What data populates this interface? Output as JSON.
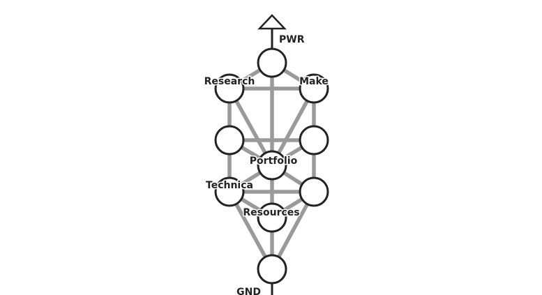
{
  "diagram": {
    "labels": {
      "pwr": "PWR",
      "gnd": "GND",
      "research": "Research",
      "make": "Make",
      "portfolio": "Portfolio",
      "technica": "Technica",
      "resources": "Resources"
    },
    "colors": {
      "edge": "#9a9a9a",
      "node_stroke": "#222222",
      "node_fill": "#ffffff",
      "text": "#222222"
    },
    "nodes": [
      "top",
      "research",
      "make",
      "mid-left",
      "mid-right",
      "portfolio",
      "technica",
      "lower-right",
      "resources",
      "bottom"
    ],
    "edges": [
      [
        "top",
        "research"
      ],
      [
        "top",
        "make"
      ],
      [
        "top",
        "portfolio"
      ],
      [
        "research",
        "make"
      ],
      [
        "research",
        "mid-left"
      ],
      [
        "research",
        "portfolio"
      ],
      [
        "make",
        "mid-right"
      ],
      [
        "make",
        "portfolio"
      ],
      [
        "mid-left",
        "mid-right"
      ],
      [
        "mid-left",
        "portfolio"
      ],
      [
        "mid-left",
        "technica"
      ],
      [
        "mid-right",
        "portfolio"
      ],
      [
        "mid-right",
        "lower-right"
      ],
      [
        "portfolio",
        "technica"
      ],
      [
        "portfolio",
        "lower-right"
      ],
      [
        "portfolio",
        "resources"
      ],
      [
        "technica",
        "lower-right"
      ],
      [
        "technica",
        "resources"
      ],
      [
        "technica",
        "bottom"
      ],
      [
        "lower-right",
        "resources"
      ],
      [
        "lower-right",
        "bottom"
      ],
      [
        "resources",
        "bottom"
      ]
    ]
  }
}
